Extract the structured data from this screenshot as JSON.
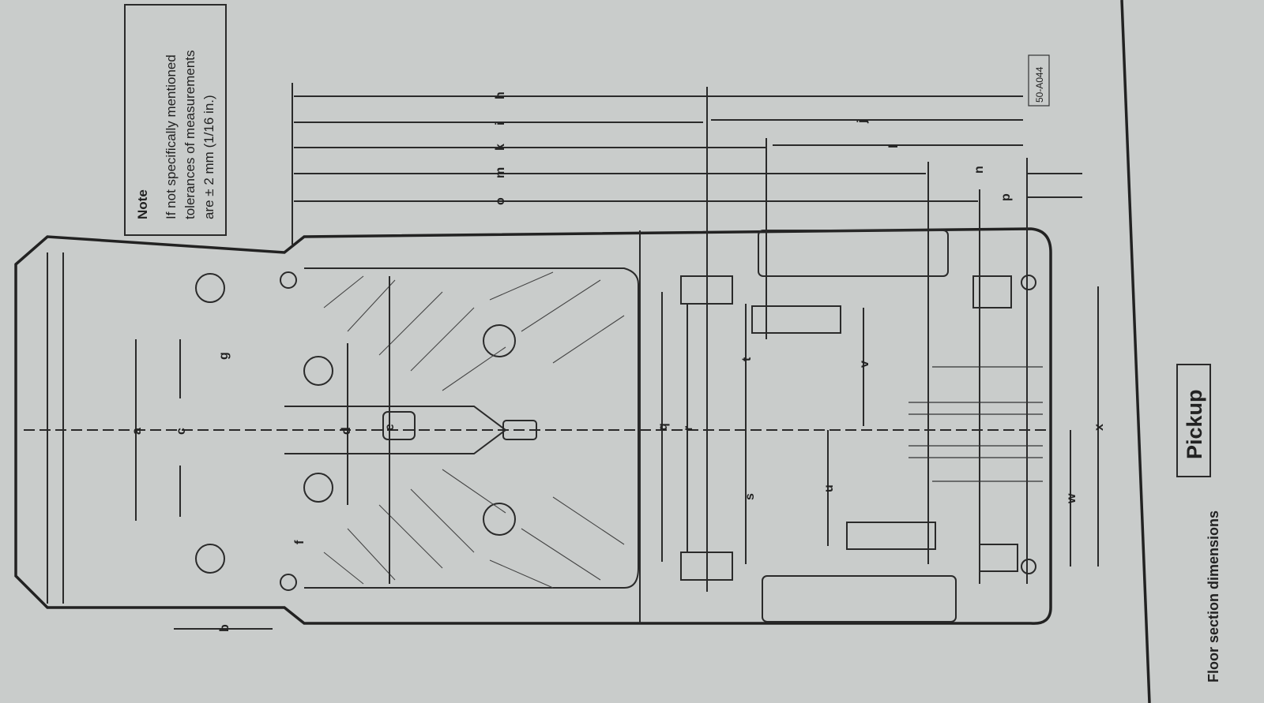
{
  "note": {
    "title": "Note",
    "lines": [
      "If not specifically mentioned",
      "tolerances of measurements",
      "are ± 2 mm (1/16 in.)"
    ]
  },
  "figure_code": "50-A044",
  "section_label": "Pickup",
  "caption": "Floor section dimensions",
  "dimension_labels": {
    "a": "a",
    "b": "b",
    "c": "c",
    "d": "d",
    "e": "e",
    "f": "f",
    "g": "g",
    "h": "h",
    "i": "i",
    "j": "j",
    "k": "k",
    "l": "l",
    "m": "m",
    "n": "n",
    "o": "o",
    "p": "p",
    "q": "q",
    "r": "r",
    "s": "s",
    "t": "t",
    "u": "u",
    "v": "v",
    "w": "w",
    "x": "x"
  }
}
